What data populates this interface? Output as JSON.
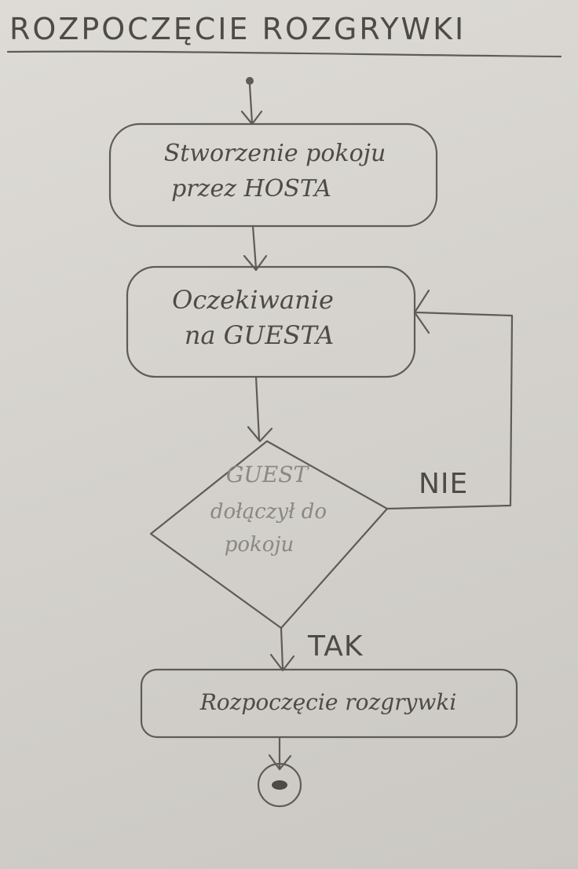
{
  "title": "ROZPOCZĘCIE ROZGRYWKI",
  "nodes": {
    "create_room": {
      "line1": "Stworzenie pokoju",
      "line2": "przez HOSTA"
    },
    "wait_guest": {
      "line1": "Oczekiwanie",
      "line2": "na GUESTA"
    },
    "decision": {
      "line1": "GUEST",
      "line2": "dołączył do",
      "line3": "pokoju"
    },
    "start_game": {
      "label": "Rozpoczęcie rozgrywki"
    }
  },
  "edges": {
    "no_label": "NIE",
    "yes_label": "TAK"
  }
}
